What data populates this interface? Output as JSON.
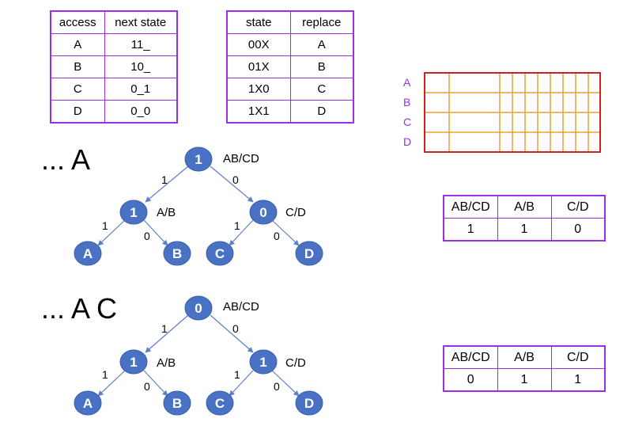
{
  "access_table": {
    "headers": [
      "access",
      "next state"
    ],
    "rows": [
      [
        "A",
        "11_"
      ],
      [
        "B",
        "10_"
      ],
      [
        "C",
        "0_1"
      ],
      [
        "D",
        "0_0"
      ]
    ]
  },
  "state_table": {
    "headers": [
      "state",
      "replace"
    ],
    "rows": [
      [
        "00X",
        "A"
      ],
      [
        "01X",
        "B"
      ],
      [
        "1X0",
        "C"
      ],
      [
        "1X1",
        "D"
      ]
    ]
  },
  "cache": {
    "row_labels": [
      "A",
      "B",
      "C",
      "D"
    ],
    "colors": {
      "label": "#9b30e0",
      "border": "#cc2222",
      "grid": "#f0a030"
    }
  },
  "trees": [
    {
      "sequence": "... A",
      "root": {
        "value": "1",
        "tag": "AB/CD"
      },
      "left_mid": {
        "value": "1",
        "tag": "A/B"
      },
      "right_mid": {
        "value": "0",
        "tag": "C/D"
      },
      "leaves": [
        "A",
        "B",
        "C",
        "D"
      ],
      "edge_labels": [
        "1",
        "0",
        "1",
        "0",
        "1",
        "0"
      ],
      "bits": {
        "headers": [
          "AB/CD",
          "A/B",
          "C/D"
        ],
        "values": [
          "1",
          "1",
          "0"
        ]
      }
    },
    {
      "sequence": "... A C",
      "root": {
        "value": "0",
        "tag": "AB/CD"
      },
      "left_mid": {
        "value": "1",
        "tag": "A/B"
      },
      "right_mid": {
        "value": "1",
        "tag": "C/D"
      },
      "leaves": [
        "A",
        "B",
        "C",
        "D"
      ],
      "edge_labels": [
        "1",
        "0",
        "1",
        "0",
        "1",
        "0"
      ],
      "bits": {
        "headers": [
          "AB/CD",
          "A/B",
          "C/D"
        ],
        "values": [
          "0",
          "1",
          "1"
        ]
      }
    }
  ]
}
